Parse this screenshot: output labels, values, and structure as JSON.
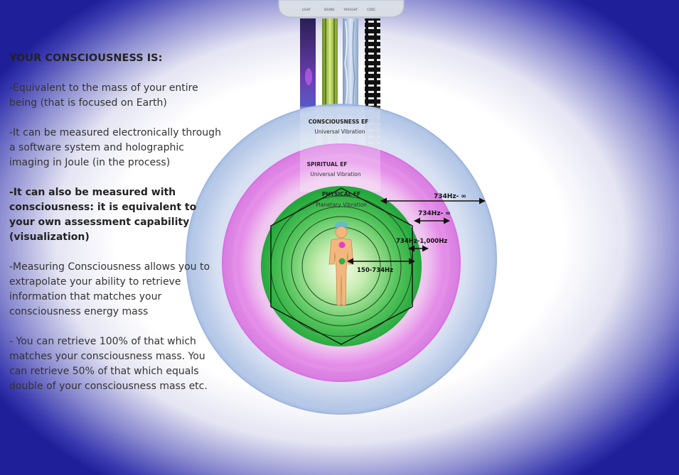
{
  "text_panel": {
    "heading": "YOUR CONSCIOUSNESS IS:",
    "paragraphs": [
      "-Equivalent to the mass of your entire being (that is focused on Earth)",
      "-It can be measured electronically through a software system and holographic imaging in Joule (in the process)",
      "-It can also be measured with consciousness: it is equivalent to your own assessment capability (visualization)",
      "-Measuring Consciousness allows you to extrapolate your ability to retrieve information that matches your consciousness energy mass",
      "- You can retrieve 100% of that which matches your consciousness mass. You can retrieve 50% of that which equals double of your consciousness mass etc."
    ]
  },
  "top_bar": {
    "labels": [
      "LIGHT",
      "SOUND",
      "THOUGHT",
      "CODE"
    ]
  },
  "fields": {
    "consciousness": {
      "title": "CONSCIOUSNESS EF",
      "subtitle": "Universal Vibration"
    },
    "spiritual": {
      "title": "SPIRITUAL EF",
      "subtitle": "Universal Vibration"
    },
    "physical": {
      "title": "PHYSICAL EF",
      "subtitle": "Planetary Vibration"
    }
  },
  "frequency_labels": {
    "outer": "734Hz- ∞",
    "middle": "734Hz- ∞",
    "inner": "734Hz-1,000Hz",
    "core": "150-734Hz"
  },
  "colors": {
    "outer_ring": "#9fb8e0",
    "magenta_ring": "#e070e8",
    "green_core": "#2db84a",
    "background_edge": "#1f1f9a"
  }
}
